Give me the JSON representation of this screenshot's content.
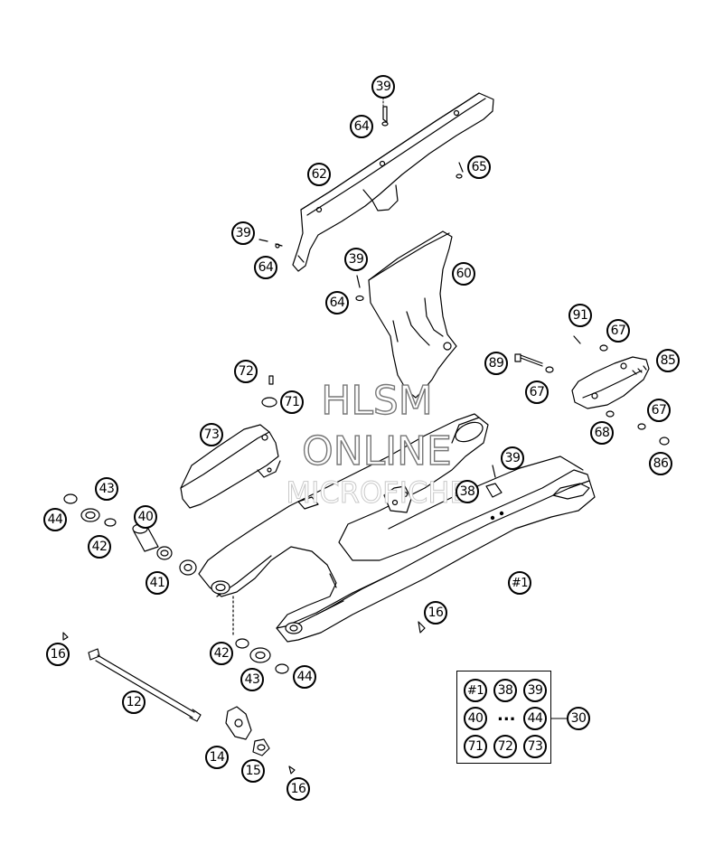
{
  "watermark": {
    "line1": "HLSM",
    "line2": "ONLINE",
    "line3": "MICROFICHE"
  },
  "callouts": {
    "c39a": "39",
    "c64a": "64",
    "c65": "65",
    "c62": "62",
    "c39b": "39",
    "c64b": "64",
    "c39c": "39",
    "c60": "60",
    "c64c": "64",
    "c91": "91",
    "c67a": "67",
    "c89": "89",
    "c85": "85",
    "c67b": "67",
    "c72": "72",
    "c71": "71",
    "c73": "73",
    "c68": "68",
    "c67c": "67",
    "c86": "86",
    "c39d": "39",
    "c38": "38",
    "c43a": "43",
    "c44a": "44",
    "c40": "40",
    "c42a": "42",
    "c41": "41",
    "c1": "#1",
    "c16a": "16",
    "c16b": "16",
    "c42b": "42",
    "c43b": "43",
    "c44b": "44",
    "c12": "12",
    "c14": "14",
    "c15": "15",
    "c16c": "16",
    "c30": "30"
  },
  "legend": {
    "items": [
      "#1",
      "38",
      "39",
      "40",
      "44",
      "71",
      "72",
      "73"
    ],
    "ellipsis": "..."
  }
}
